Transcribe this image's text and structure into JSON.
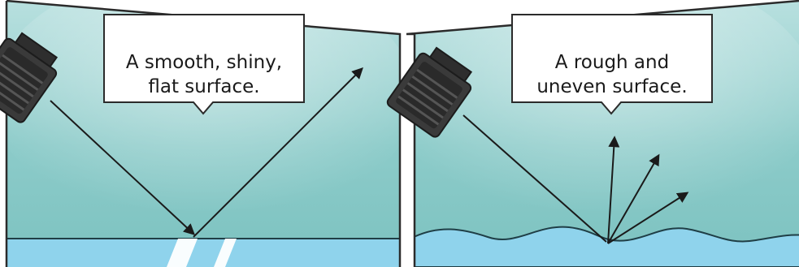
{
  "panels": [
    {
      "id": "smooth",
      "caption_lines": [
        "A smooth, shiny,",
        "flat surface."
      ],
      "surface": "flat"
    },
    {
      "id": "rough",
      "caption_lines": [
        "A rough and",
        "uneven surface."
      ],
      "surface": "wavy"
    }
  ],
  "colors": {
    "frame": "#2b2b2b",
    "sky_top": "#bfe3e3",
    "sky_mid": "#7fc3c2",
    "water": "#8fd3ec",
    "water_edge": "#1f3e46",
    "ray": "#1a1a1a",
    "torch_body": "#3c3c3c",
    "torch_dark": "#232323"
  },
  "icons": [
    "torch-icon",
    "torch-icon"
  ]
}
